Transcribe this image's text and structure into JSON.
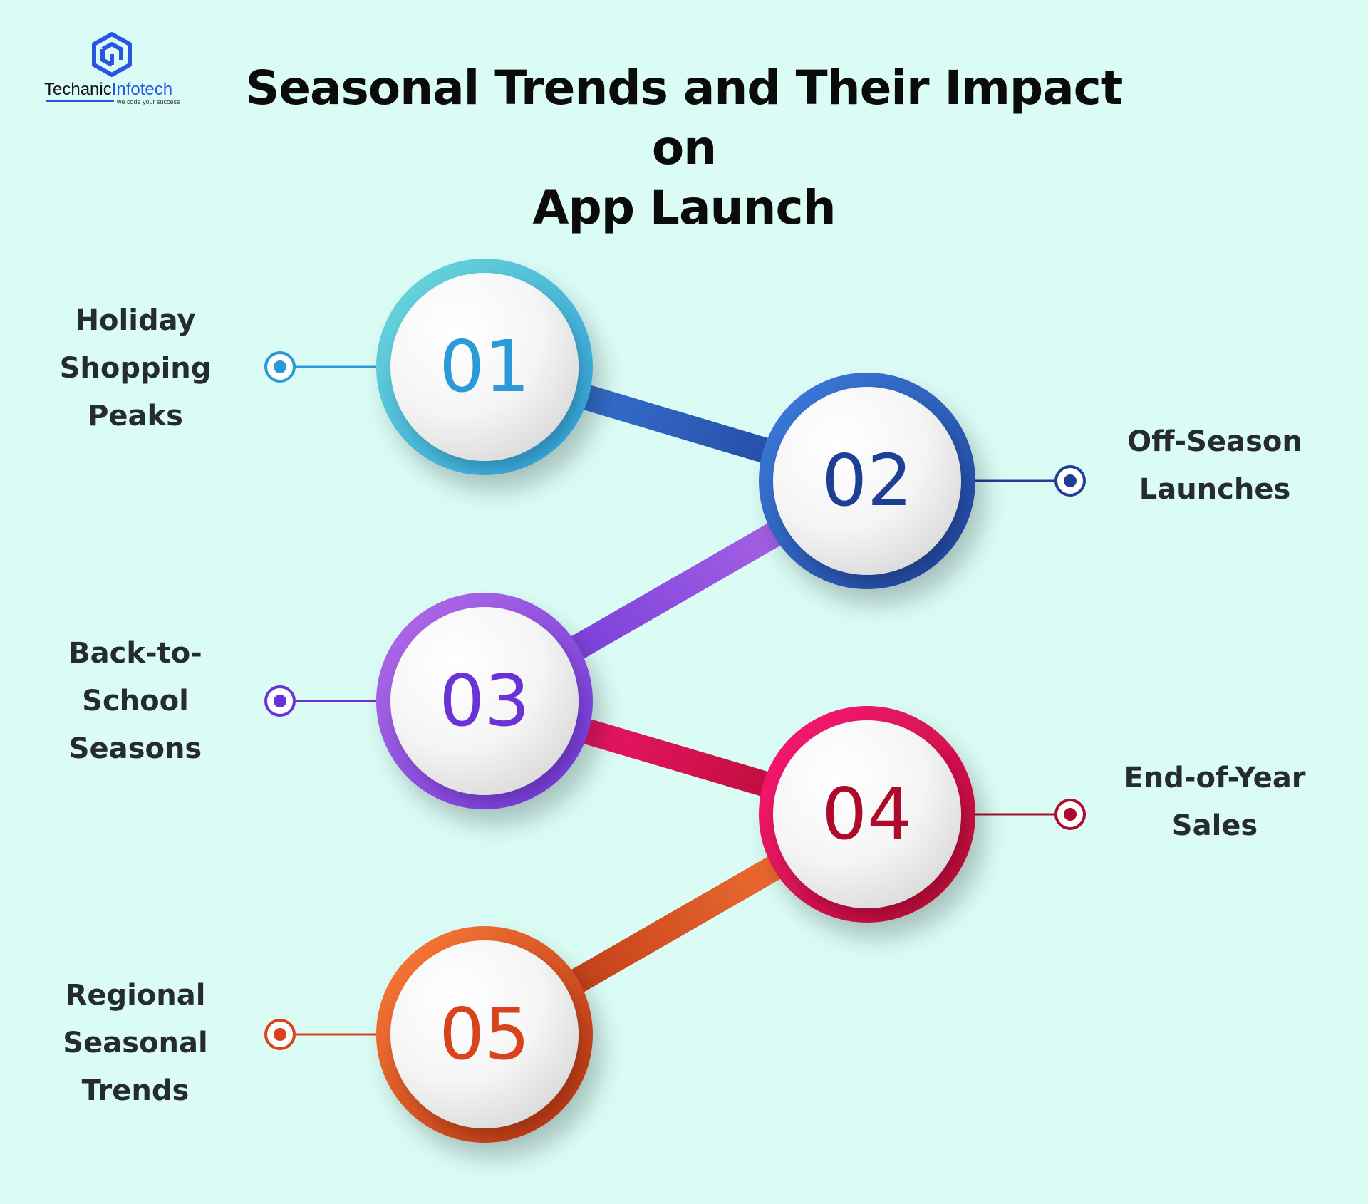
{
  "brand": {
    "name_part1": "Techanic",
    "name_part2": "Infotech",
    "tagline": "we code your success",
    "color": "#2b54e3"
  },
  "title": {
    "line1": "Seasonal Trends and Their Impact on",
    "line2": "App Launch"
  },
  "steps": [
    {
      "number": "01",
      "label_lines": [
        "Holiday",
        "Shopping",
        "Peaks"
      ],
      "side": "left",
      "color_start": "#6fdada",
      "color_end": "#2a9ad8",
      "number_color": "#2a9ad8"
    },
    {
      "number": "02",
      "label_lines": [
        "Off-Season",
        "Launches"
      ],
      "side": "right",
      "color_start": "#3d7fe0",
      "color_end": "#1f3f95",
      "number_color": "#1f3f95"
    },
    {
      "number": "03",
      "label_lines": [
        "Back-to-",
        "School",
        "Seasons"
      ],
      "side": "left",
      "color_start": "#b66ee8",
      "color_end": "#6a33d6",
      "number_color": "#6a33d6"
    },
    {
      "number": "04",
      "label_lines": [
        "End-of-Year",
        "Sales"
      ],
      "side": "right",
      "color_start": "#ff1a79",
      "color_end": "#ad0a2c",
      "number_color": "#ad0a2c"
    },
    {
      "number": "05",
      "label_lines": [
        "Regional",
        "Seasonal",
        "Trends"
      ],
      "side": "left",
      "color_start": "#ff7e3c",
      "color_end": "#b02d0e",
      "number_color": "#d8431b"
    }
  ]
}
